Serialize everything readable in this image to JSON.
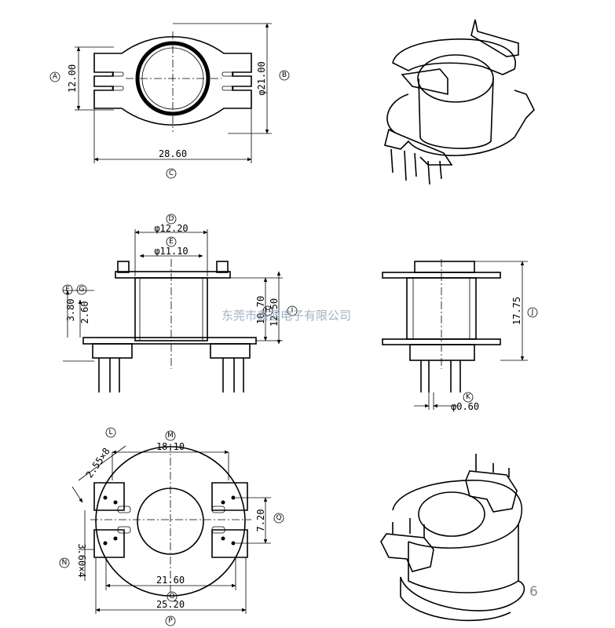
{
  "dimensions": {
    "top_view": {
      "a": {
        "value": "12.00",
        "label": "A"
      },
      "b": {
        "value": "φ21.00",
        "label": "B"
      },
      "c": {
        "value": "28.60",
        "label": "C"
      }
    },
    "front_view": {
      "d": {
        "value": "φ12.20",
        "label": "D"
      },
      "e": {
        "value": "φ11.10",
        "label": "E"
      },
      "f": {
        "value": "3.80",
        "label": "F"
      },
      "g": {
        "value": "2.60",
        "label": "G"
      },
      "h": {
        "value": "10.70",
        "label": "H"
      },
      "i": {
        "value": "12.50",
        "label": "I"
      }
    },
    "side_view": {
      "j": {
        "value": "17.75",
        "label": "J"
      },
      "k": {
        "value": "φ0.60",
        "label": "K"
      }
    },
    "bottom_view": {
      "l": {
        "value": "2.55×8",
        "label": "L"
      },
      "m": {
        "value": "18.10",
        "label": "M"
      },
      "n": {
        "value": "3.60×4",
        "label": "N"
      },
      "q": {
        "value": "7.20",
        "label": "Q"
      },
      "o": {
        "value": "21.60",
        "label": "O"
      },
      "p": {
        "value": "25.20",
        "label": "P"
      }
    }
  },
  "watermark": "东莞市鑫通电子有限公司",
  "page_number": "6"
}
